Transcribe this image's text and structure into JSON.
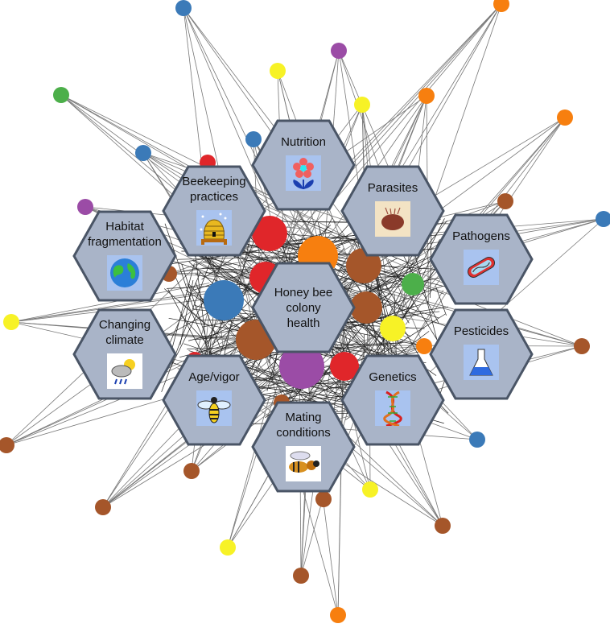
{
  "center": {
    "label_lines": [
      "Honey bee",
      "colony",
      "health"
    ]
  },
  "factors": [
    {
      "id": "nutrition",
      "label_lines": [
        "Nutrition"
      ],
      "icon": "flower-icon"
    },
    {
      "id": "beekeeping",
      "label_lines": [
        "Beekeeping",
        "practices"
      ],
      "icon": "beehive-icon"
    },
    {
      "id": "parasites",
      "label_lines": [
        "Parasites"
      ],
      "icon": "mite-icon"
    },
    {
      "id": "habitat",
      "label_lines": [
        "Habitat",
        "fragmentation"
      ],
      "icon": "globe-icon"
    },
    {
      "id": "pathogens",
      "label_lines": [
        "Pathogens"
      ],
      "icon": "bacterium-icon"
    },
    {
      "id": "climate",
      "label_lines": [
        "Changing",
        "climate"
      ],
      "icon": "weather-icon"
    },
    {
      "id": "pesticides",
      "label_lines": [
        "Pesticides"
      ],
      "icon": "flask-icon"
    },
    {
      "id": "age",
      "label_lines": [
        "Age/vigor"
      ],
      "icon": "bee-icon"
    },
    {
      "id": "genetics",
      "label_lines": [
        "Genetics"
      ],
      "icon": "dna-icon"
    },
    {
      "id": "mating",
      "label_lines": [
        "Mating",
        "conditions"
      ],
      "icon": "bee-side-icon"
    }
  ],
  "colors": {
    "hex_fill": "#a9b4c8",
    "hex_stroke": "#4a5566",
    "red": "#e0262a",
    "orange": "#f77f0f",
    "brown": "#a5562a",
    "blue": "#3b7ab8",
    "yellow": "#f7f226",
    "green": "#4caf4a",
    "purple": "#9b4ca6"
  }
}
